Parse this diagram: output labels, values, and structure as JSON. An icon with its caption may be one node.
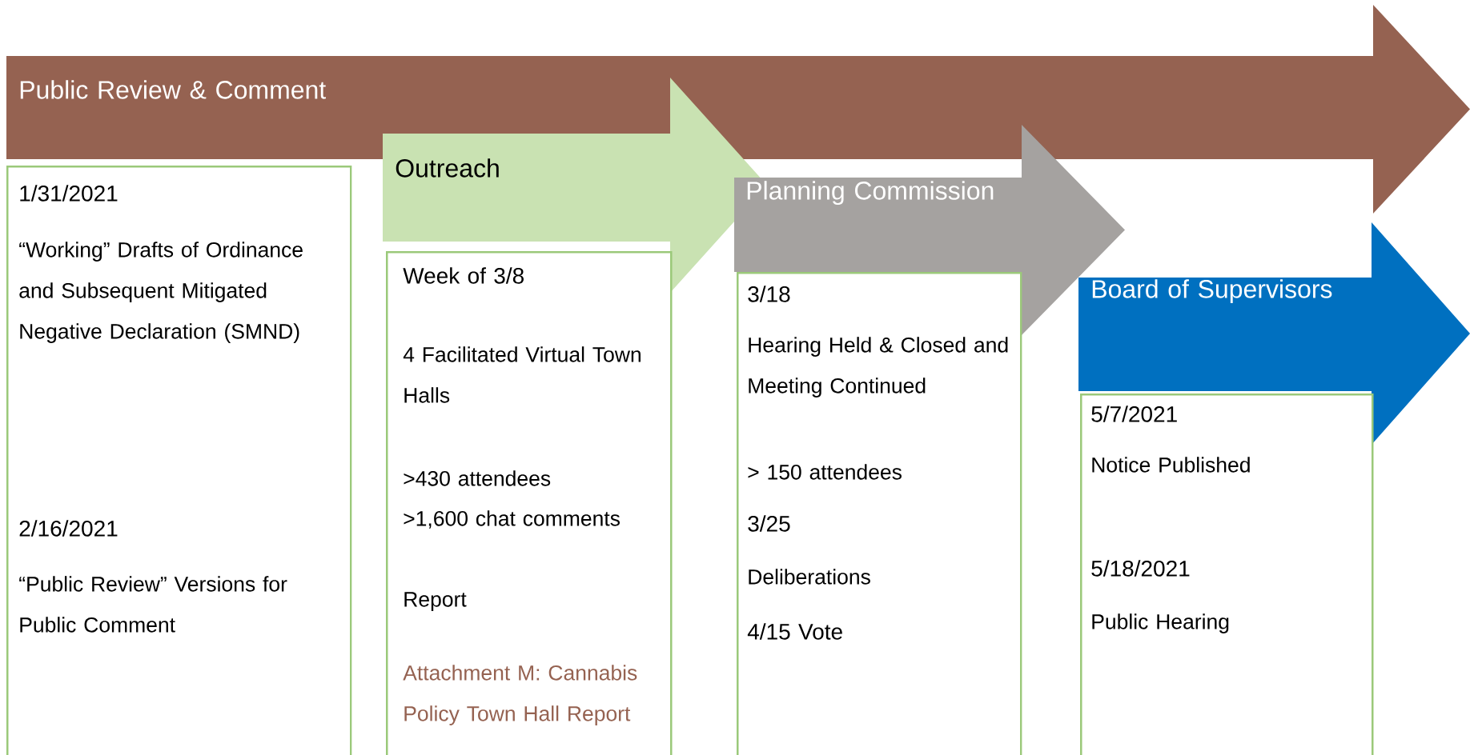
{
  "diagram": {
    "nodes": [
      {
        "text": [
          "Public Review & Comment"
        ]
      },
      {
        "text": [
          "1/31/2021",
          "“Working” Drafts of Ordinance and Subsequent Mitigated Negative Declaration (SMND)",
          "2/16/2021",
          "“Public Review” Versions for Public Comment"
        ]
      },
      {
        "text": [
          "Outreach"
        ]
      },
      {
        "text": [
          "Week of 3/8",
          "4 Facilitated Virtual Town Halls",
          ">430 attendees",
          ">1,600 chat comments",
          "Report",
          "Attachment M: Cannabis Policy Town Hall Report"
        ]
      },
      {
        "text": [
          "Planning Commission"
        ]
      },
      {
        "text": [
          "3/18",
          "Hearing Held & Closed and Meeting Continued",
          "> 150 attendees",
          "3/25",
          "Deliberations",
          "4/15 Vote"
        ]
      },
      {
        "text": [
          "Board of Supervisors"
        ]
      },
      {
        "text": [
          "5/7/2021",
          "Notice Published",
          "5/18/2021",
          "Public Hearing"
        ]
      }
    ]
  }
}
